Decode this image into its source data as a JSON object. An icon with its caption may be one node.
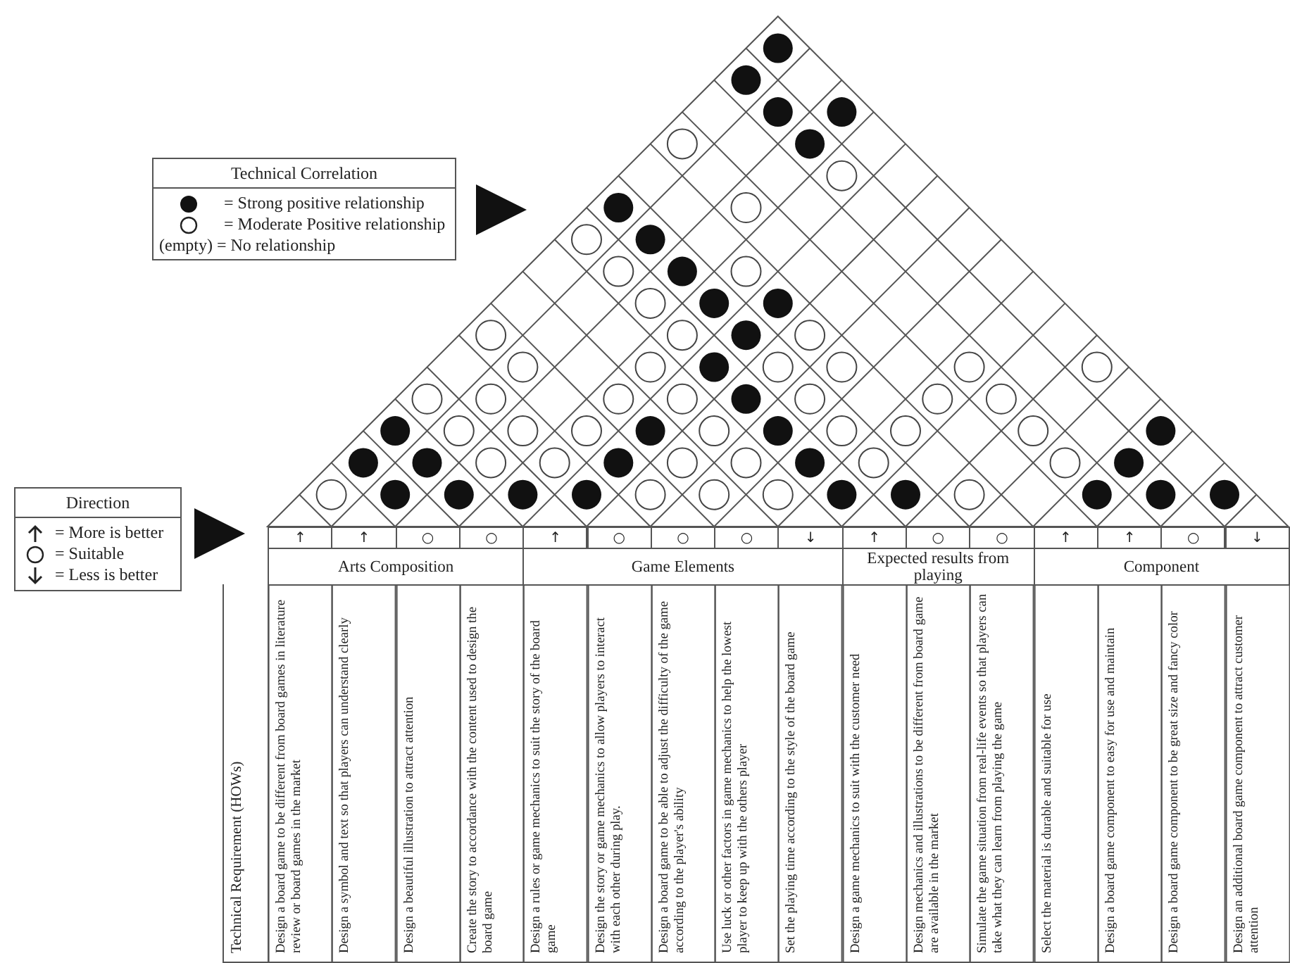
{
  "diagram": {
    "labels": [
      "Technical Correlation",
      "Direction",
      "↑",
      "↑",
      "○",
      "○",
      "↑",
      "○",
      "○",
      "○",
      "↓",
      "↑",
      "○",
      "○",
      "↑",
      "↑",
      "○",
      "↓",
      "Arts Composition",
      "Game Elements",
      "Expected results from playing",
      "Component",
      "Technical Requirement (HOWs)",
      "Design a board game to be different from board games in literature review or board games in the market",
      "Design a symbol and text so that players can understand clearly",
      "Design a beautiful illustration to attract attention",
      "Create the story to accordance with the content used to design the board game",
      "Design a rules or game mechanics to suit the story of the board game",
      "Design the story or game mechanics to allow players to interact with each other during play.",
      "Design a board game to be able to adjust the difficulty of the game according to the player's ability",
      "Use luck or other factors in game mechanics to help the lowest player to keep up with the others player",
      "Set the playing time according to the style of the board game",
      "Design a game mechanics to suit with the customer need",
      "Design mechanics and illustrations to be different from board game are available in the market",
      "Simulate the game situation from real-life events so that players can take what they can learn from playing the game",
      "Select the material is durable and suitable for use",
      "Design a board game component to easy for use and maintain",
      "Design a board game component to be great size and fancy color",
      "Design an additional board game component to attract customer attention"
    ],
    "legend": [
      {
        "text": "= Strong positive relationship"
      },
      {
        "text": "= Moderate Positive relationship"
      },
      {
        "text": "(empty) = No relationship"
      },
      {
        "text": "= More is better"
      },
      {
        "text": "= Suitable"
      },
      {
        "text": "= Less is better"
      }
    ]
  }
}
